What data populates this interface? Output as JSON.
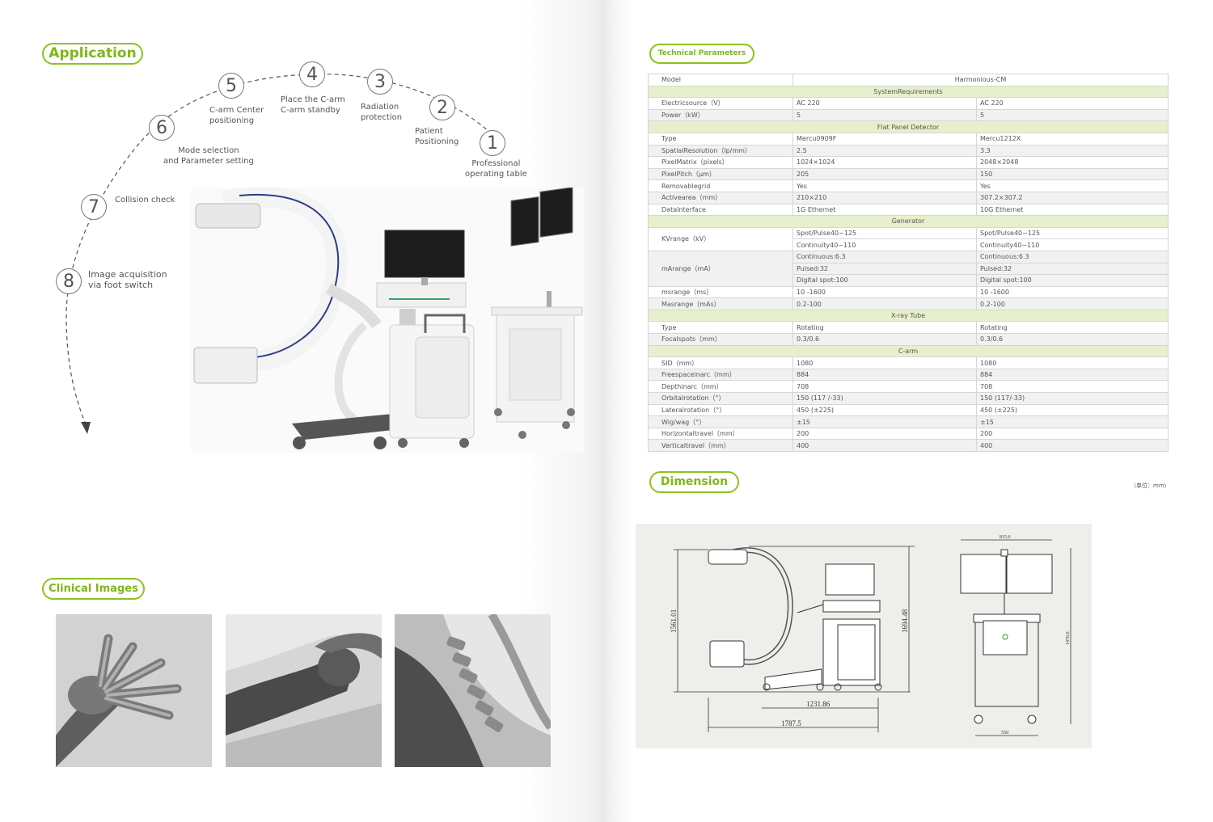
{
  "sections": {
    "application": "Application",
    "clinical_images": "Clinical Images",
    "technical_parameters": "Technical Parameters",
    "dimension": "Dimension"
  },
  "steps": [
    {
      "number": "1",
      "label": "Professional\noperating table"
    },
    {
      "number": "2",
      "label": "Patient\nPositioning"
    },
    {
      "number": "3",
      "label": "Radiation\nprotection"
    },
    {
      "number": "4",
      "label": "Place the C-arm\nC-arm standby"
    },
    {
      "number": "5",
      "label": "C-arm Center\npositioning"
    },
    {
      "number": "6",
      "label": "Mode selection\nand Parameter setting"
    },
    {
      "number": "7",
      "label": "Collision check"
    },
    {
      "number": "8",
      "label": "Image acquisition\nvia foot switch"
    }
  ],
  "spec": {
    "model_label": "Model",
    "model_value": "Harmonious-CM",
    "rows": [
      {
        "type": "section",
        "title": "SystemRequirements"
      },
      {
        "label": "Electricsource（V）",
        "a": "AC 220",
        "b": "AC 220"
      },
      {
        "label": "Power（kW）",
        "a": "5",
        "b": "5"
      },
      {
        "type": "section",
        "title": "Flat Panel Detector"
      },
      {
        "label": "Type",
        "a": "Mercu0909F",
        "b": "Mercu1212X"
      },
      {
        "label": "SpatialResolution（lp/mm）",
        "a": "2.5",
        "b": "3.3"
      },
      {
        "label": "PixelMatrix（pixels）",
        "a": "1024×1024",
        "b": "2048×2048"
      },
      {
        "label": "PixelPitch（µm）",
        "a": "205",
        "b": "150"
      },
      {
        "label": "Removablegrid",
        "a": "Yes",
        "b": "Yes"
      },
      {
        "label": "Activearea（mm）",
        "a": "210×210",
        "b": "307.2×307.2"
      },
      {
        "label": "DataInterface",
        "a": "1G Ethernet",
        "b": "10G Ethernet"
      },
      {
        "type": "section",
        "title": "Generator"
      },
      {
        "label": "KVrange（kV）",
        "a": [
          "Spot/Pulse40~125",
          "Continuity40~110"
        ],
        "b": [
          "Spot/Pulse40~125",
          "Continuity40~110"
        ]
      },
      {
        "label": "mArange（mA）",
        "a": [
          "Continuous:6.3",
          "Pulsed:32",
          "Digital spot:100"
        ],
        "b": [
          "Continuous:6.3",
          "Pulsed:32",
          "Digital spot:100"
        ]
      },
      {
        "label": "msrange（ms）",
        "a": "10 -1600",
        "b": "10 -1600"
      },
      {
        "label": "Masrange（mAs）",
        "a": "0.2-100",
        "b": "0.2-100"
      },
      {
        "type": "section",
        "title": "X-ray Tube"
      },
      {
        "label": "Type",
        "a": "Rotating",
        "b": "Rotating"
      },
      {
        "label": "Focalspots（mm）",
        "a": "0.3/0.6",
        "b": "0.3/0.6"
      },
      {
        "type": "section",
        "title": "C-arm"
      },
      {
        "label": "SID（mm）",
        "a": "1080",
        "b": "1080"
      },
      {
        "label": "Freespaceinarc（mm）",
        "a": "884",
        "b": "884"
      },
      {
        "label": "Depthinarc（mm）",
        "a": "708",
        "b": "708"
      },
      {
        "label": "Orbitalrotation（°）",
        "a": "150 (117 /-33)",
        "b": "150 (117/-33)"
      },
      {
        "label": "Lateralrotation（°）",
        "a": "450 (±225)",
        "b": "450 (±225)"
      },
      {
        "label": "Wig/wag（°）",
        "a": "±15",
        "b": "±15"
      },
      {
        "label": "Horizontaltravel（mm）",
        "a": "200",
        "b": "200"
      },
      {
        "label": "Verticaltravel（mm）",
        "a": "400",
        "b": "400"
      }
    ]
  },
  "dimension": {
    "unit_note": "（单位：mm）",
    "height_left": "1561.01",
    "height_right": "1694.48",
    "depth": "1231.86",
    "length": "1787.5",
    "monitor_width": "815.6",
    "monitor_height": "1476.6",
    "cart_width": "550"
  },
  "colors": {
    "accent": "#8dc21f",
    "section_bg": "#e6f0cc",
    "shade_bg": "#f1f1f1"
  }
}
